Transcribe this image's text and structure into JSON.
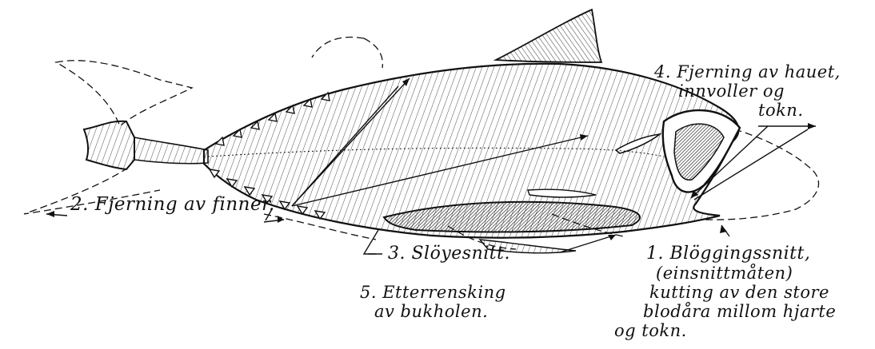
{
  "labels": {
    "step1": {
      "lines": [
        "1. Blöggingssnitt,",
        "(einsnittmåten)",
        "kutting av den store",
        "blodåra millom hjarte",
        "og tokn."
      ]
    },
    "step2": {
      "lines": [
        "2. Fjerning av finner."
      ]
    },
    "step3": {
      "lines": [
        "3. Slöyesnitt."
      ]
    },
    "step4": {
      "lines": [
        "4. Fjerning av hauet,",
        "innvoller og",
        "tokn."
      ]
    },
    "step5": {
      "lines": [
        "5. Etterrensking",
        "av bukholen."
      ]
    }
  },
  "colors": {
    "ink": "#111111",
    "paper": "#ffffff"
  }
}
